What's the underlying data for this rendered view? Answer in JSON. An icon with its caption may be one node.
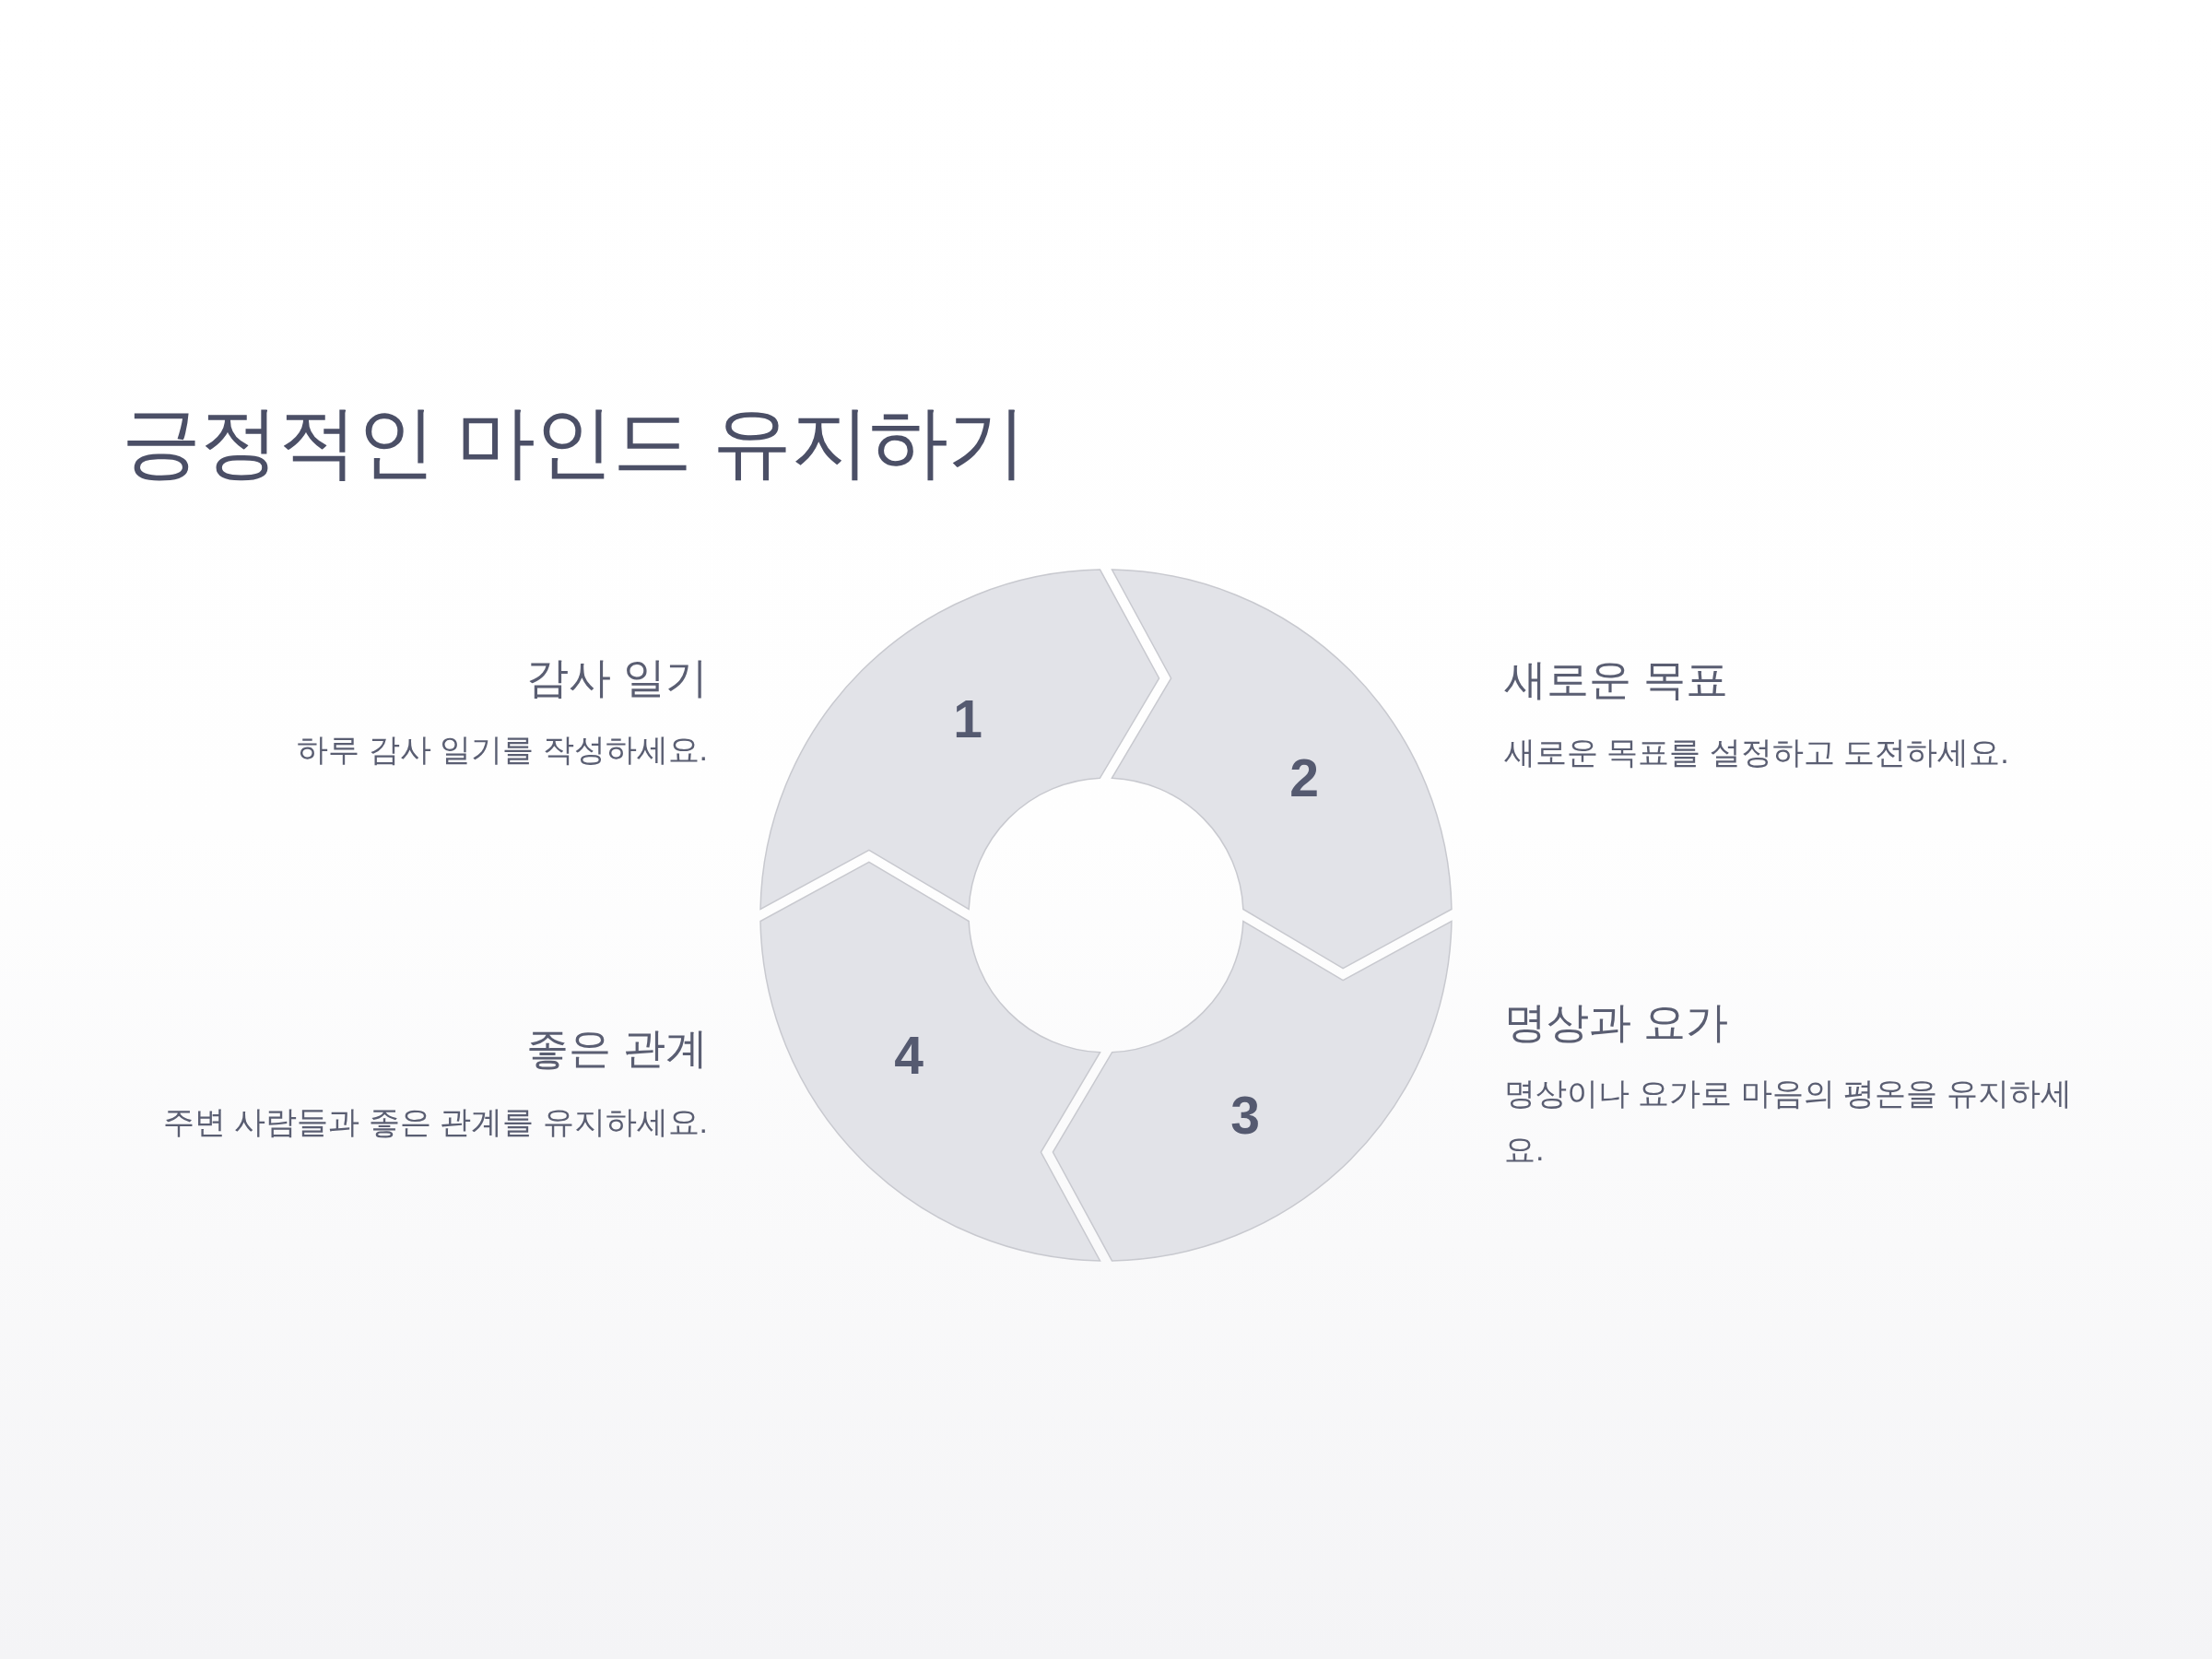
{
  "diagram": {
    "title": "긍정적인 마인드 유지하기",
    "nodes": [
      {
        "text": [
          "1"
        ],
        "beside": [
          "감사 일기",
          "하루 감사 일기를 작성하세요."
        ]
      },
      {
        "text": [
          "2"
        ],
        "beside": [
          "새로운 목표",
          "새로운 목표를 설정하고 도전하세요."
        ]
      },
      {
        "text": [
          "3"
        ],
        "beside": [
          "명상과 요가",
          "명상이나 요가로 마음의 평온을 유지하세요."
        ]
      },
      {
        "text": [
          "4"
        ],
        "beside": [
          "좋은 관계",
          "주변 사람들과 좋은 관계를 유지하세요."
        ]
      }
    ]
  }
}
